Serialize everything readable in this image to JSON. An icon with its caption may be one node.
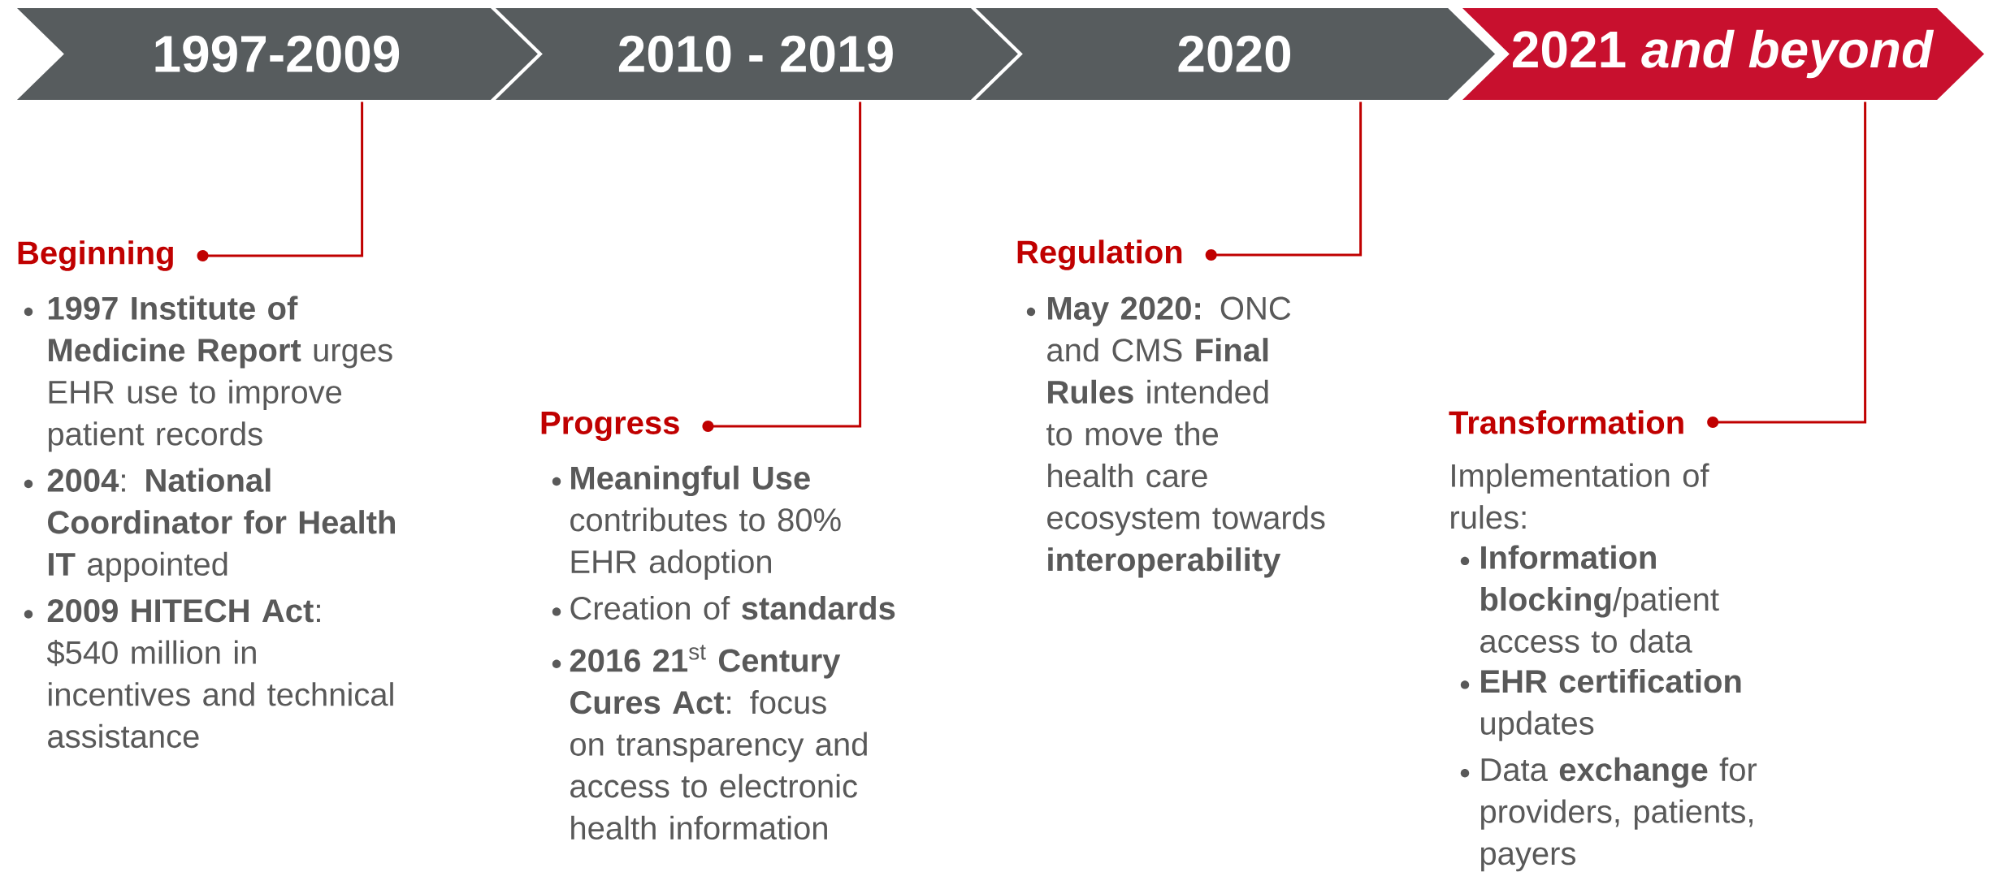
{
  "diagram": {
    "nodes": [
      {
        "text": [
          "1997-2009"
        ]
      },
      {
        "text": [
          "2010 - 2019"
        ]
      },
      {
        "text": [
          "2020"
        ]
      },
      {
        "text": [
          "2021 *and beyond*"
        ]
      },
      {
        "text": [
          "Beginning"
        ],
        "beside": [
          "**1997 Institute of Medicine Report** urges EHR use to improve patient records",
          "**2004**: **National Coordinator for Health IT** appointed",
          "**2009 HITECH Act**: $540 million in incentives and technical assistance"
        ]
      },
      {
        "text": [
          "Progress"
        ],
        "beside": [
          "**Meaningful Use** contributes to 80% EHR adoption",
          "Creation of **standards**",
          "**2016 21**$^{st}$ **Century Cures Act**: focus on transparency and access to electronic health information"
        ]
      },
      {
        "text": [
          "Regulation"
        ],
        "beside": [
          "**May 2020:** ONC and CMS **Final Rules** intended to move the health care ecosystem towards **interoperability**"
        ]
      },
      {
        "text": [
          "Transformation"
        ],
        "beside": [
          "Implementation of rules:",
          "**Information blocking**/patient access to data",
          "**EHR certification** updates",
          "Data **exchange** for providers, patients, payers"
        ]
      }
    ],
    "edges": [
      {
        "from": 0,
        "to": 4,
        "arrow": "other"
      },
      {
        "from": 1,
        "to": 5,
        "arrow": "other"
      },
      {
        "from": 2,
        "to": 6,
        "arrow": "other"
      },
      {
        "from": 3,
        "to": 7,
        "arrow": "other"
      }
    ]
  }
}
